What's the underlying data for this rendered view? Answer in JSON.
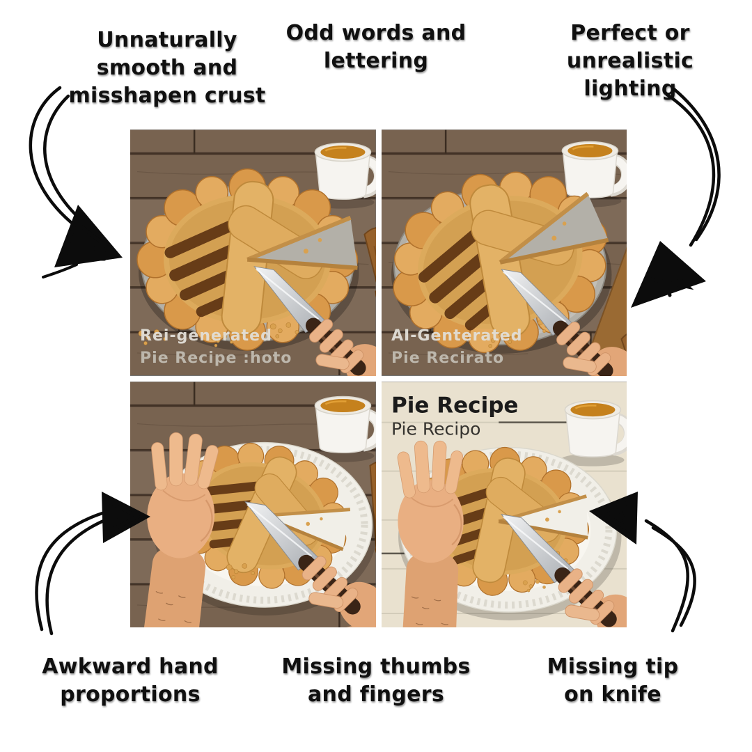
{
  "callouts": {
    "top_left": {
      "lines": [
        "Unnaturally",
        "smooth and",
        "misshapen crust"
      ]
    },
    "top_center": {
      "lines": [
        "Odd words and",
        "lettering"
      ]
    },
    "top_right": {
      "lines": [
        "Perfect or",
        "unrealistic lighting"
      ]
    },
    "bottom_left": {
      "lines": [
        "Awkward hand",
        "proportions"
      ]
    },
    "bottom_center": {
      "lines": [
        "Missing thumbs",
        "and fingers"
      ]
    },
    "bottom_right": {
      "lines": [
        "Missing tip",
        "on knife"
      ]
    }
  },
  "panels": {
    "top_left": {
      "overlay_line1": "Rei-generated",
      "overlay_line2": "Pie Recipe :hoto"
    },
    "top_right": {
      "overlay_line1": "AI-Genterated",
      "overlay_line2": "Pie Recirato"
    },
    "bottom_right": {
      "title": "Pie Recipe",
      "subtitle": "Pie Recipo"
    }
  },
  "colors": {
    "ink": "#0c0c0c",
    "dark_wood": "#786350",
    "light_wood": "#e9e1cf",
    "crust_gold": "#d9994a",
    "filling_brown": "#5e3413",
    "tea_amber": "#c5811d",
    "tin_gray": "#b3b0a8",
    "plate_white": "#f1efe8",
    "skin": "#e6ab7e"
  }
}
